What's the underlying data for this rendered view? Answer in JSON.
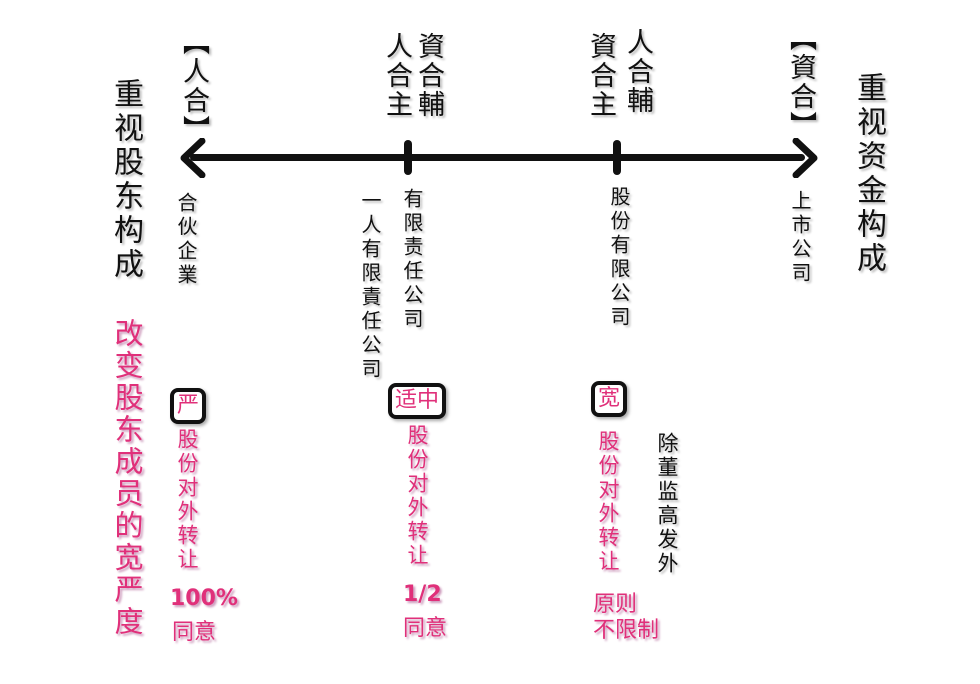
{
  "left_title": "重视股东构成",
  "right_title": "重视资金构成",
  "axis": {
    "left_label": "【人合】",
    "mid1_top": [
      "資合輔",
      "人合主"
    ],
    "mid2_top": [
      "人合輔",
      "資合主"
    ],
    "right_label": "【資合】"
  },
  "companies": {
    "partnership": "合伙企業",
    "one_person_llc": "一人有限責任公司",
    "llc": "有限责任公司",
    "joint_stock": "股份有限公司",
    "listed": "上市公司"
  },
  "side_note": "改变股东成员的宽严度",
  "levels": [
    {
      "badge": "严",
      "text": "股份对外转让",
      "value": "100%",
      "suffix": "同意"
    },
    {
      "badge": "适中",
      "text": "股份对外转让",
      "value": "1/2",
      "suffix": "同意"
    },
    {
      "badge": "宽",
      "text": "股份对外转让",
      "line2": "原则",
      "line3": "不限制",
      "note": "除董监高发外"
    }
  ],
  "colors": {
    "accent": "#e0307a",
    "line": "#111111"
  }
}
